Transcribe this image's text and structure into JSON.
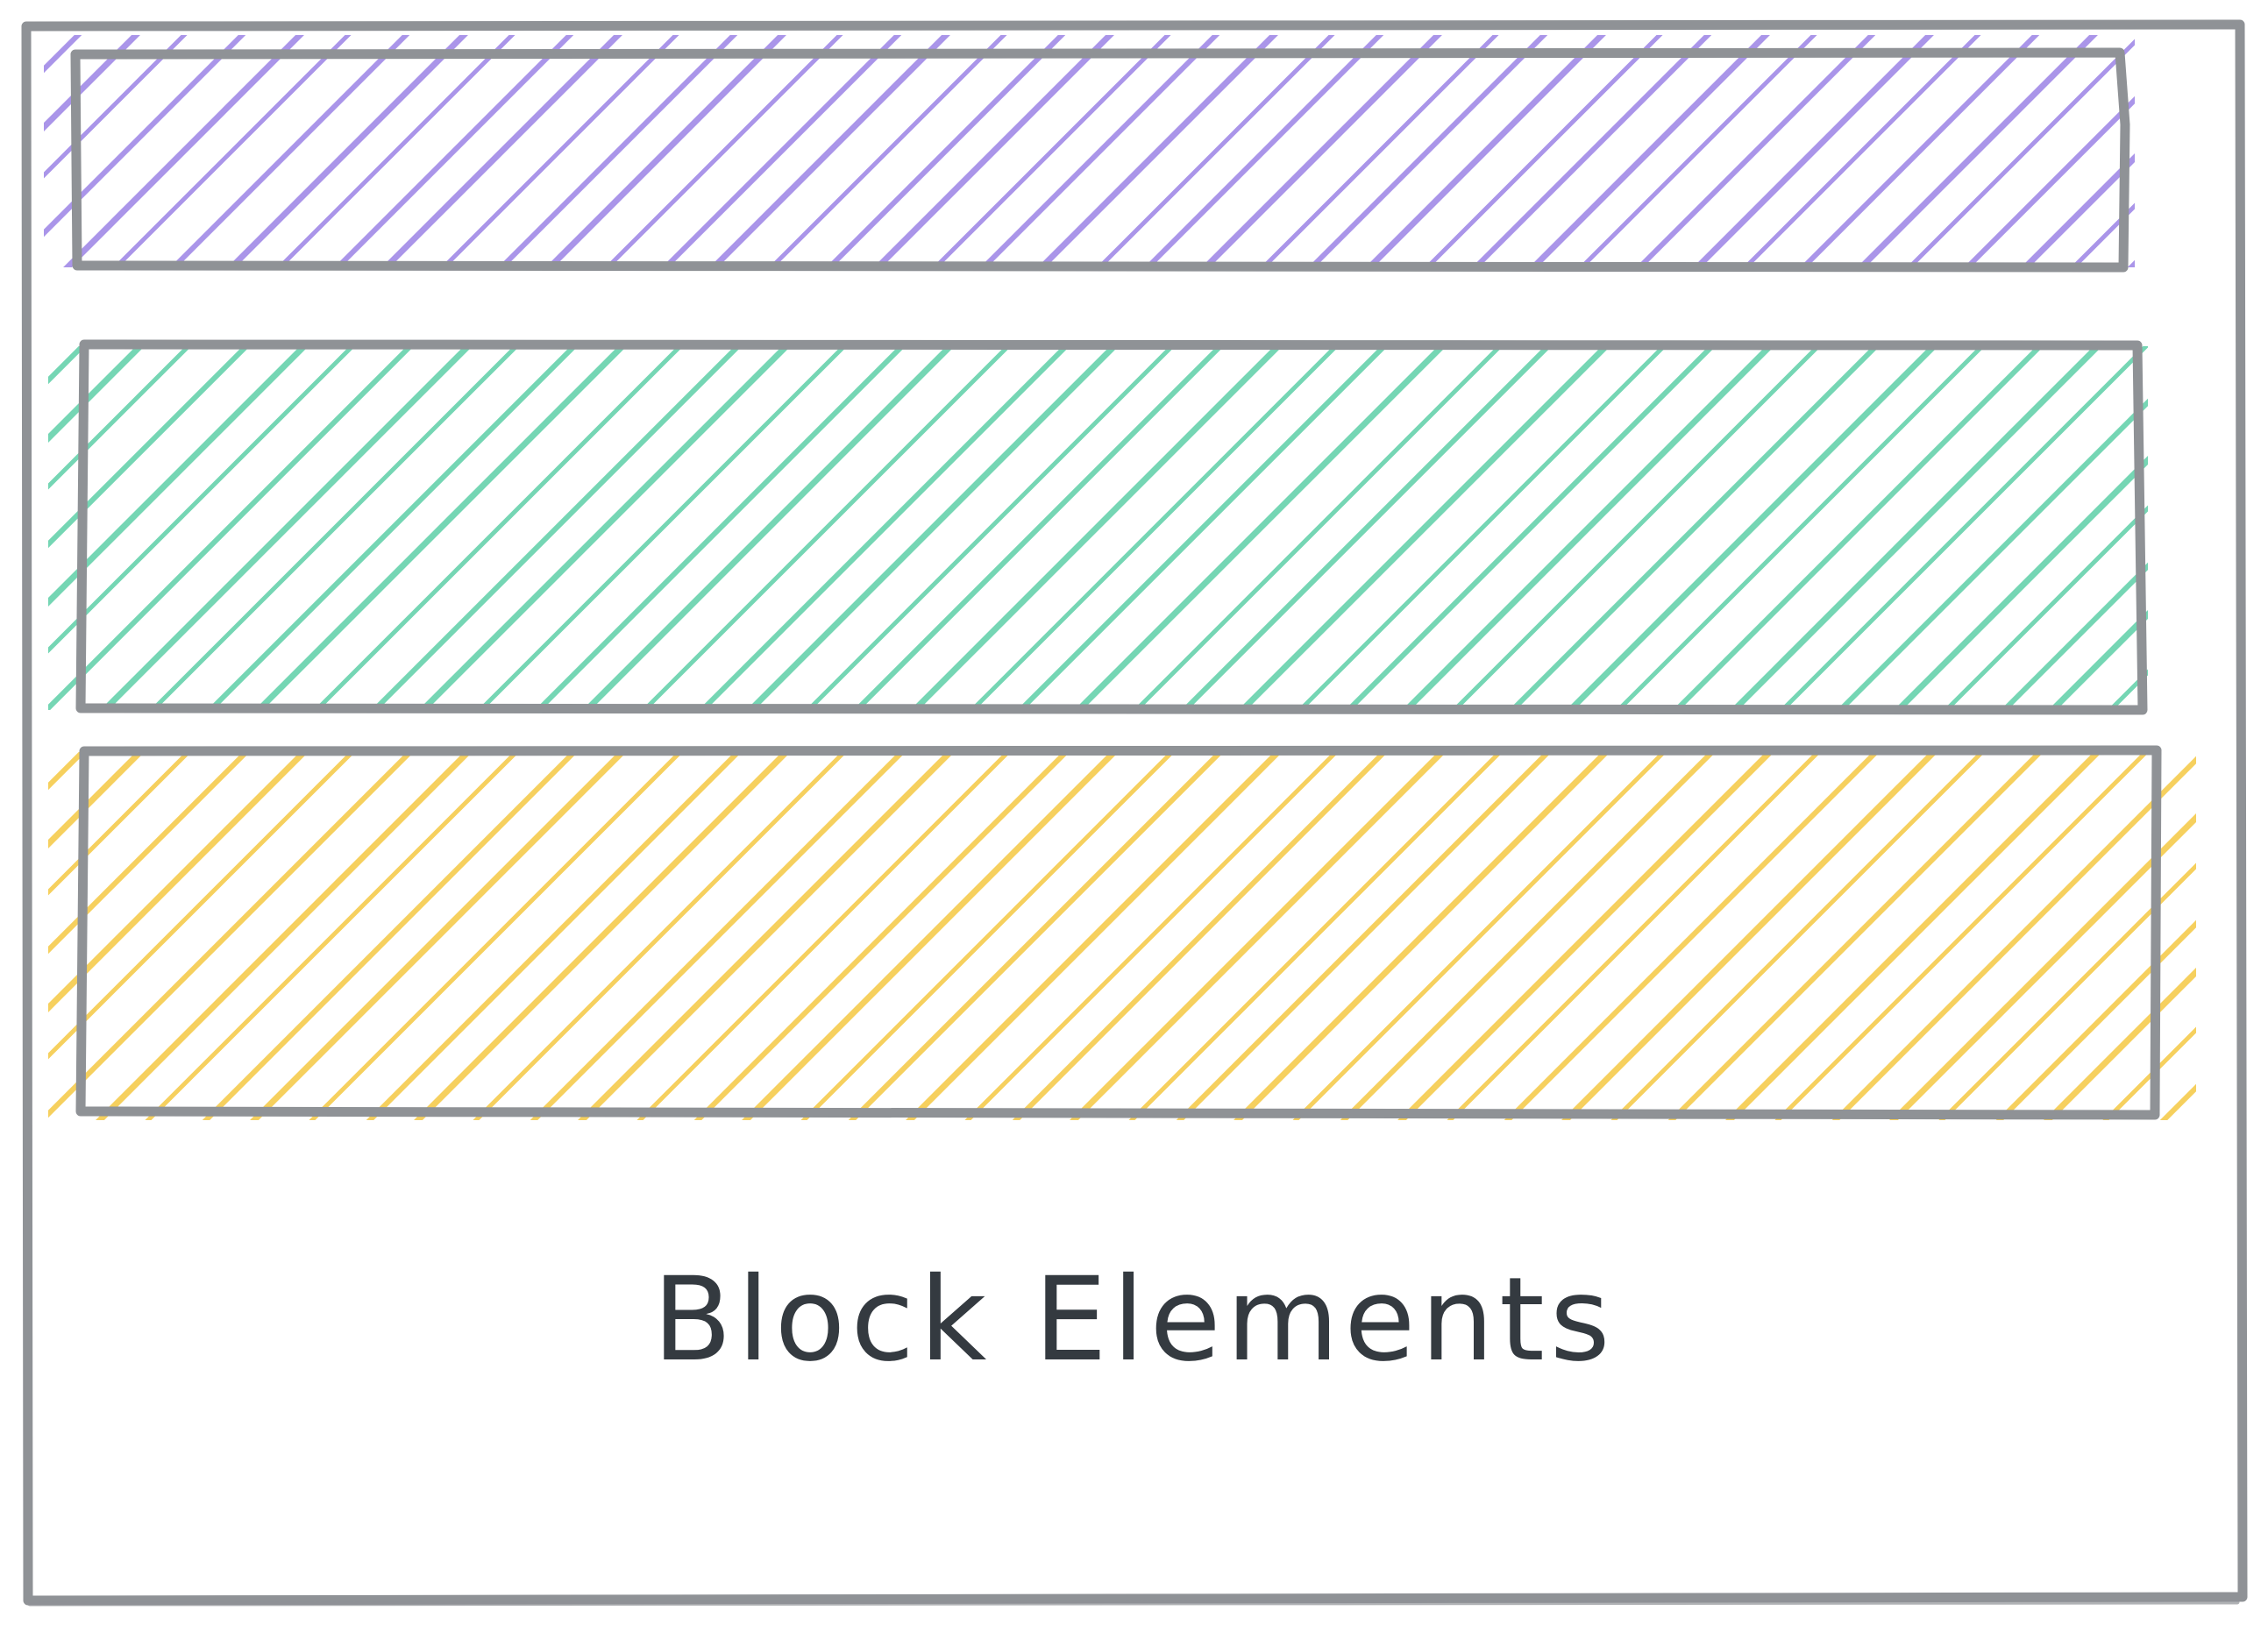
{
  "diagram": {
    "caption": "Block Elements",
    "colors": {
      "outline": "#8f9296",
      "caption_text": "#343a40",
      "background": "#ffffff"
    },
    "blocks": [
      {
        "name": "block-purple",
        "fill_color": "#9c83e6",
        "fill_style": "hachure"
      },
      {
        "name": "block-green",
        "fill_color": "#5ecfa8",
        "fill_style": "hachure"
      },
      {
        "name": "block-yellow",
        "fill_color": "#f5c842",
        "fill_style": "hachure"
      }
    ]
  }
}
